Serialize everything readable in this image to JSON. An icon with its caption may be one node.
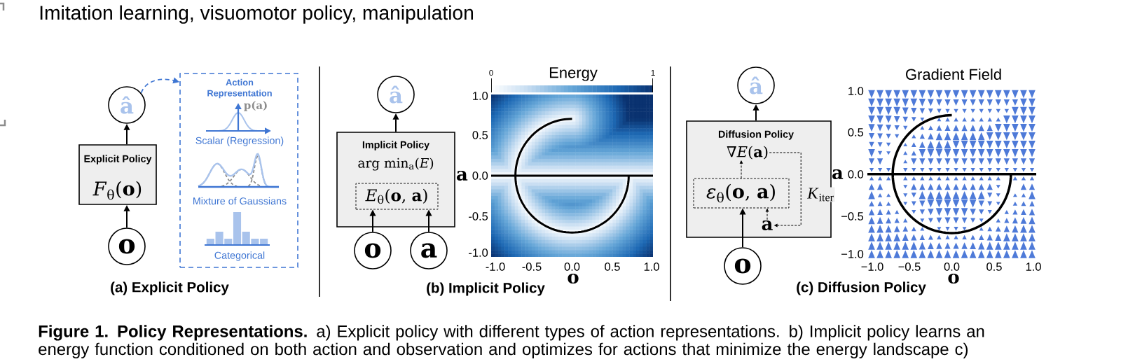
{
  "diagram": {
    "caption": "**Figure 1. Policy Representations.** a) Explicit policy with different types of action representations. b) Implicit policy learns an energy function conditioned on both action and observation and optimizes for actions that minimize the energy landscape c)",
    "nodes": [
      {
        "text": [
          "â"
        ]
      },
      {
        "text": [
          "Explicit Policy",
          "*F*$_{θ}$(**o**)"
        ]
      },
      {
        "text": [
          "o"
        ]
      },
      {
        "text": [
          "Action Representation",
          "p(a)",
          "Scalar (Regression)",
          "Mixture of Gaussians",
          "Categorical"
        ]
      },
      {
        "text": [
          "â"
        ]
      },
      {
        "text": [
          "Implicit Policy",
          "arg min$_{a}$(*E*)"
        ]
      },
      {
        "text": [
          "*E*$_{θ}$(**o**, **a**)"
        ],
        "in": 5
      },
      {
        "text": [
          "o"
        ]
      },
      {
        "text": [
          "a"
        ]
      },
      {
        "text": [
          "â"
        ]
      },
      {
        "text": [
          "Diffusion Policy"
        ]
      },
      {
        "text": [
          "∇*E*(**a**)"
        ],
        "in": 10
      },
      {
        "text": [
          "*ε*$_{θ}$(**o**, **a**)"
        ],
        "in": 10
      },
      {
        "text": [
          "a"
        ],
        "in": 10
      },
      {
        "text": [
          "o"
        ]
      }
    ],
    "edges": [
      {
        "from": 2,
        "to": 1,
        "arrow": "to"
      },
      {
        "from": 1,
        "to": 0,
        "arrow": "to"
      },
      {
        "from": 0,
        "to": 3,
        "arrow": "to",
        "style": "dashed",
        "color": "#3f76d3"
      },
      {
        "from": 7,
        "to": 6,
        "arrow": "to"
      },
      {
        "from": 8,
        "to": 6,
        "arrow": "to"
      },
      {
        "from": 5,
        "to": 4,
        "arrow": "to"
      },
      {
        "from": 14,
        "to": 12,
        "arrow": "to"
      },
      {
        "from": 12,
        "to": 11,
        "arrow": "to",
        "style": "dashed"
      },
      {
        "from": 11,
        "to": 13,
        "arrow": "to",
        "style": "dashed",
        "label": "*K*$_{iter}$"
      },
      {
        "from": 13,
        "to": 12,
        "arrow": "to",
        "style": "dashed"
      },
      {
        "from": 10,
        "to": 9,
        "arrow": "to"
      }
    ],
    "labels": [
      "Imitation learning, visuomotor policy, manipulation",
      "(a) Explicit Policy",
      "0",
      "Energy",
      "1",
      "1.0",
      "0.5",
      "a",
      "0.0",
      "-0.5",
      "-1.0",
      "-1.0",
      "-0.5",
      "0.0",
      "0.5",
      "1.0",
      "o",
      "(b) Implicit Policy",
      "Gradient Field",
      "1.0",
      "0.5",
      "a",
      "0.0",
      "−0.5",
      "−1.0",
      "−1.0",
      "−0.5",
      "0.0",
      "0.5",
      "1.0",
      "o",
      "(c) Diffusion Policy"
    ]
  }
}
